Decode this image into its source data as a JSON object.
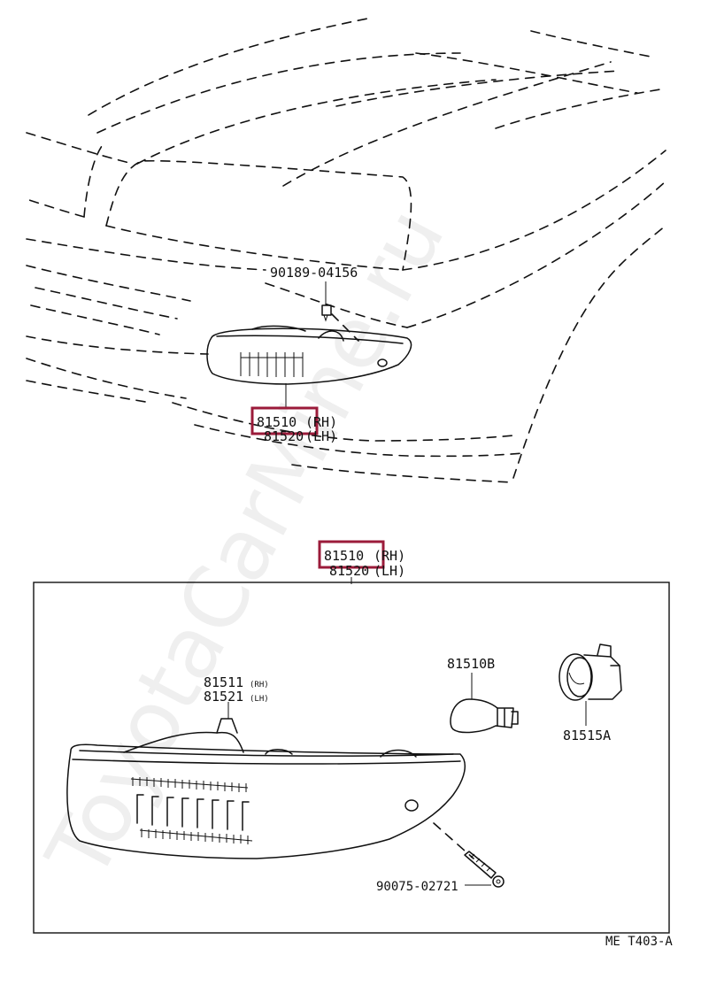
{
  "colors": {
    "highlight": "#9b1b3a",
    "ink": "#111111",
    "background": "#ffffff"
  },
  "watermark": "ToyotaCarMine.ru",
  "top_view": {
    "bolt_part": "90189-04156",
    "assembly_part_rh": "81510",
    "assembly_rh_suffix": "(RH)",
    "assembly_part_lh": "81520",
    "assembly_lh_suffix": "(LH)"
  },
  "exploded_view": {
    "assembly_part_rh": "81510",
    "assembly_rh_suffix": "(RH)",
    "assembly_part_lh": "81520",
    "assembly_lh_suffix": "(LH)",
    "lens_part_rh": "81511",
    "lens_rh_suffix": "(RH)",
    "lens_part_lh": "81521",
    "lens_lh_suffix": "(LH)",
    "bulb_part": "81510B",
    "socket_part": "81515A",
    "screw_part": "90075-02721"
  },
  "diagram_code": "ME T403-A"
}
